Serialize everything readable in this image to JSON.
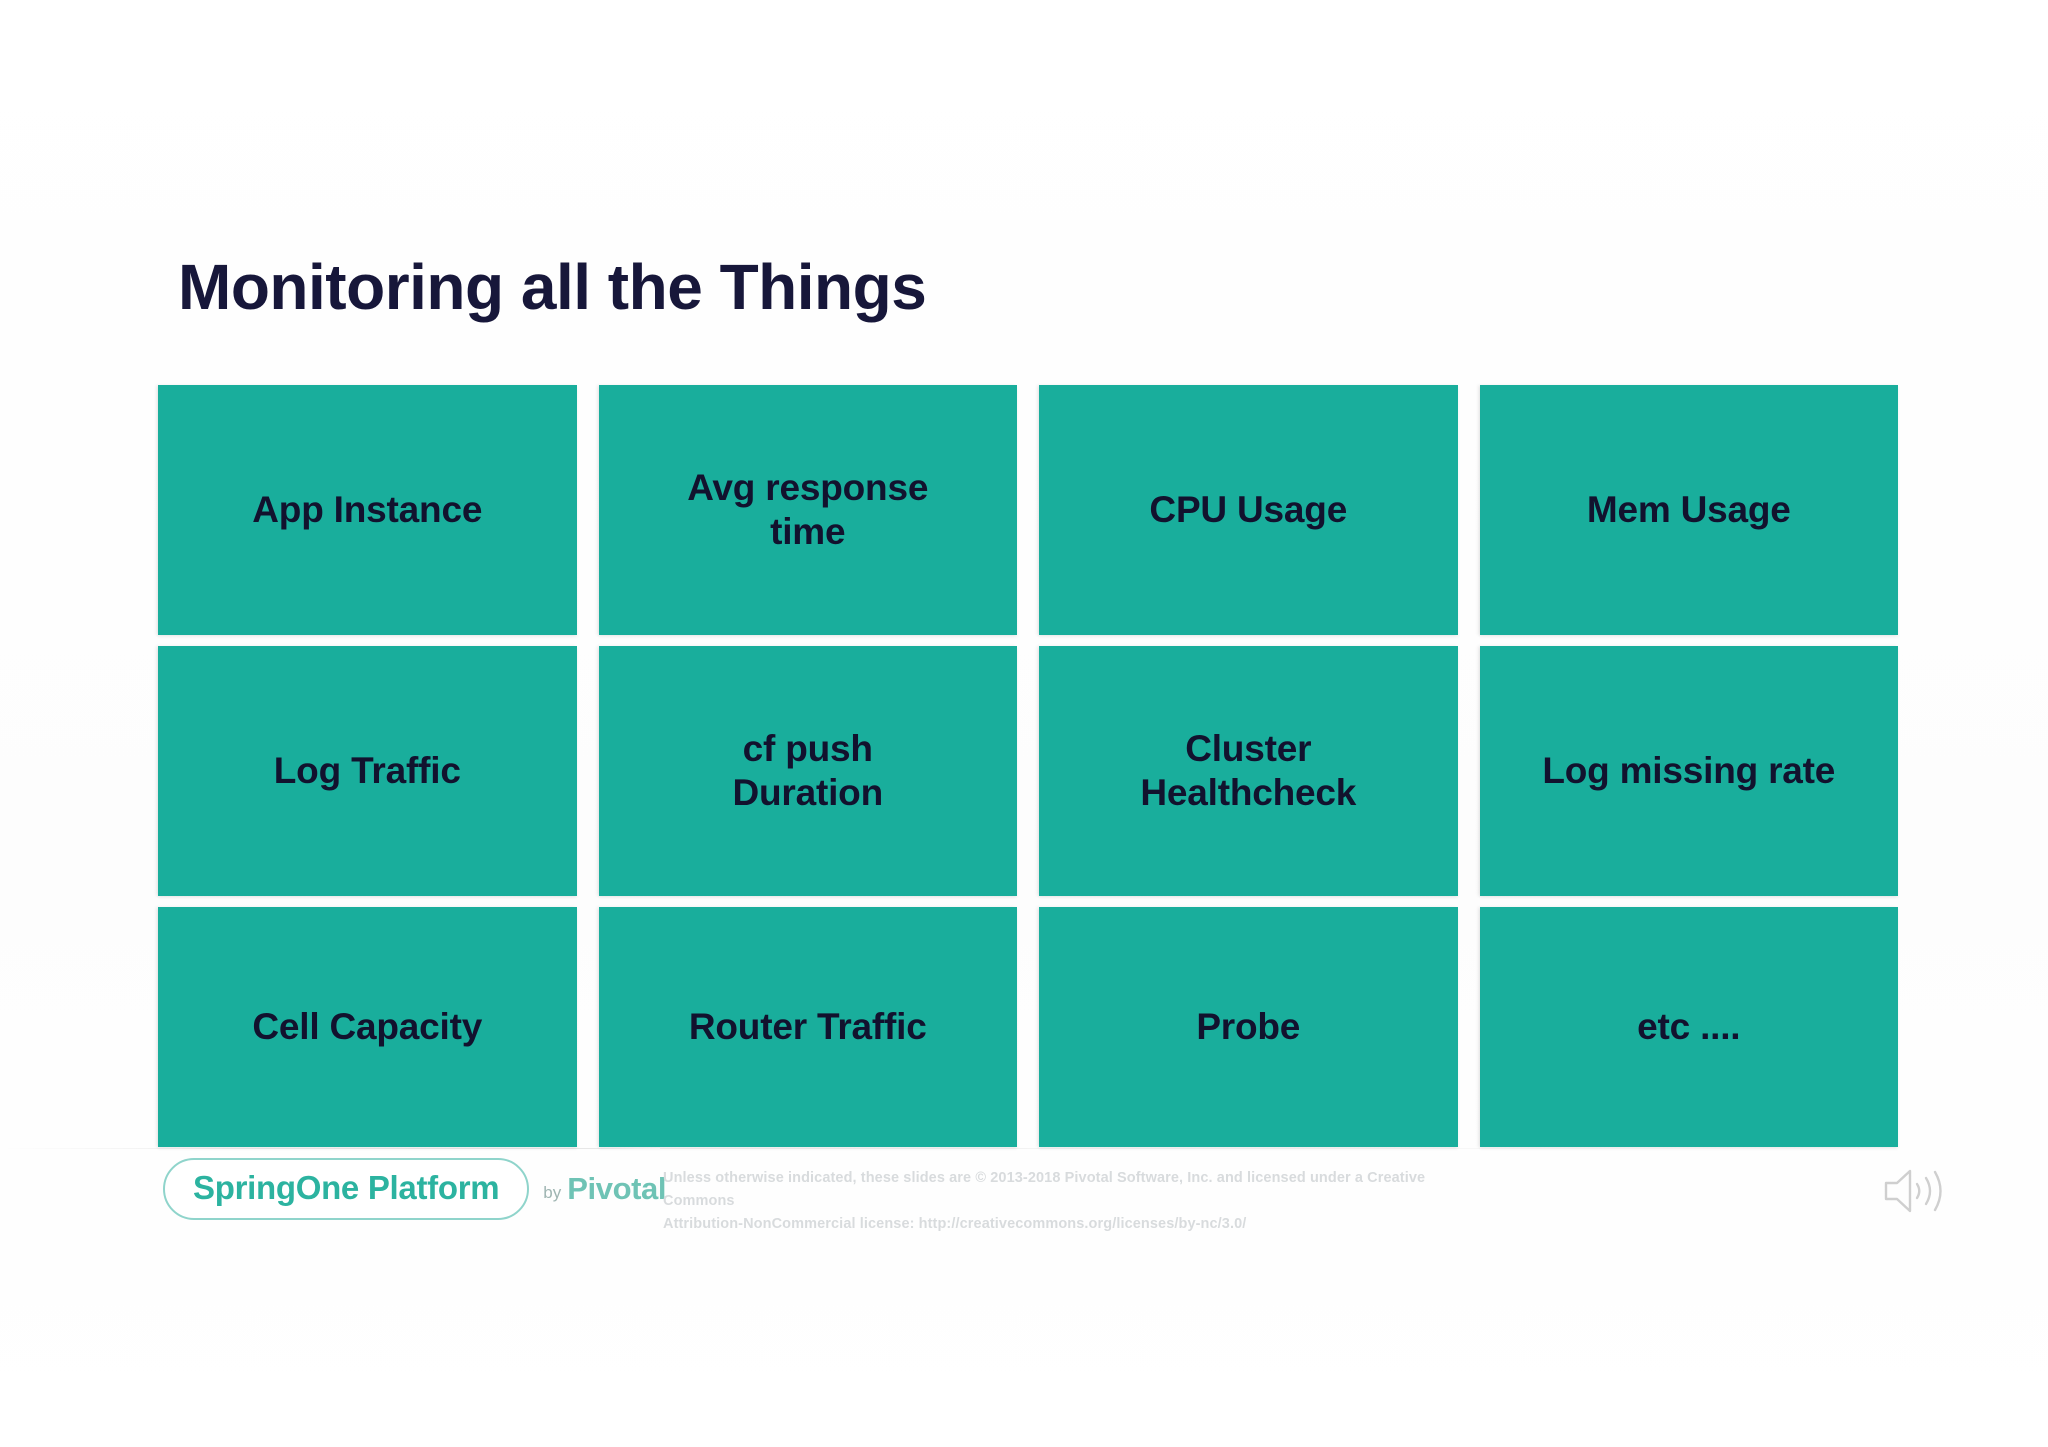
{
  "slide": {
    "title": "Monitoring all the Things",
    "title_color": "#17173a",
    "tile_color": "#19ae9c",
    "tile_text_color": "#12122e",
    "background_color": "#ffffff"
  },
  "tiles": [
    {
      "label": "App Instance"
    },
    {
      "label": "Avg response\ntime"
    },
    {
      "label": "CPU Usage"
    },
    {
      "label": "Mem Usage"
    },
    {
      "label": "Log Traffic"
    },
    {
      "label": "cf push\nDuration"
    },
    {
      "label": "Cluster\nHealthcheck"
    },
    {
      "label": "Log missing rate"
    },
    {
      "label": "Cell Capacity"
    },
    {
      "label": "Router Traffic"
    },
    {
      "label": "Probe"
    },
    {
      "label": "etc ...."
    }
  ],
  "footer": {
    "logo_text": "SpringOne Platform",
    "by_text": "by",
    "brand_text": "Pivotal",
    "logo_color": "#2cb3a0",
    "brand_color": "#6fc3b5",
    "legal_line1": "Unless otherwise indicated, these slides are © 2013-2018 Pivotal Software, Inc. and licensed under a Creative Commons",
    "legal_line2": "Attribution-NonCommercial license: http://creativecommons.org/licenses/by-nc/3.0/",
    "speaker_icon_name": "speaker-volume-icon"
  }
}
